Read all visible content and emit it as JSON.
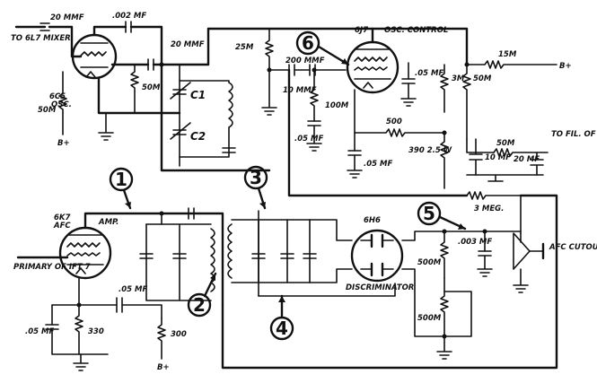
{
  "tubes": {
    "osc_tube": {
      "type": "6C5",
      "role": "OSC."
    },
    "osc_control_tube": {
      "type": "6J7",
      "role": "OSC. CONTROL"
    },
    "afc_amp_tube": {
      "type": "6K7",
      "role": "AFC",
      "role2": "AMP."
    },
    "discriminator_tube": {
      "type": "6H6",
      "role": "DISCRIMINATOR"
    }
  },
  "connections": {
    "to_mixer": "TO 6L7 MIXER",
    "to_fil": "TO FIL. OF RECT.",
    "primary_if": "PRIMARY OF IFT 7",
    "afc_button": "AFC CUTOUT PUSH BUTTON",
    "b_plus": "B+"
  },
  "components": {
    "c_top_left": "20 MMF",
    "c_top_mid": ".002 MF",
    "c_grid": "20 MMF",
    "r_osc_grid": "50M",
    "r_cathode_6c5": "50M",
    "c1": "C1",
    "c2": "C2",
    "r_25m": "25M",
    "c_200mmf": "200 MMF",
    "c_10mmf": "10 MMF",
    "r_100m": "100M",
    "c_05_left": ".05 MF",
    "c_05_right": ".05 MF",
    "c_05_6j7": ".05 MF",
    "r_500_top": "500",
    "r_3m": "3M",
    "r_50m_v": "50M",
    "r_390": "390 2.5 W",
    "r_15m": "15M",
    "r_50m_h": "50M",
    "c_10mf": "10 MF",
    "c_20mf": "20 MF",
    "r_3meg": "3 MEG.",
    "c_003": ".003 MF",
    "r_500m_1": "500M",
    "r_500m_2": "500M",
    "c_05_afc": ".05 MF",
    "c_05_gnd": ".05 MF",
    "r_330": "330",
    "r_300": "300"
  },
  "callouts": [
    "1",
    "2",
    "3",
    "4",
    "5",
    "6"
  ]
}
